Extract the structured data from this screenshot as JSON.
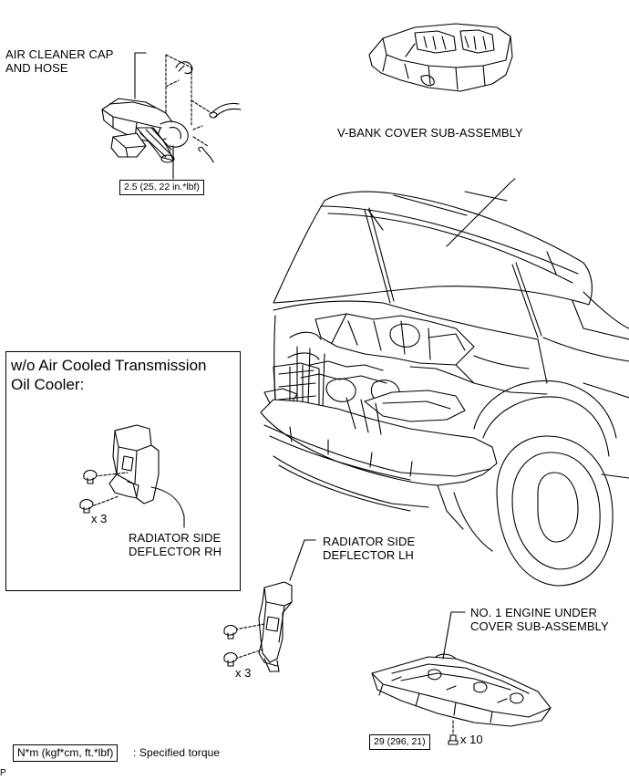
{
  "labels": {
    "air_cleaner_cap_line1": "AIR CLEANER CAP",
    "air_cleaner_cap_line2": "AND HOSE",
    "vbank_cover": "V-BANK COVER SUB-ASSEMBLY",
    "radiator_deflector_rh_line1": "RADIATOR SIDE",
    "radiator_deflector_rh_line2": "DEFLECTOR RH",
    "radiator_deflector_lh_line1": "RADIATOR SIDE",
    "radiator_deflector_lh_line2": "DEFLECTOR LH",
    "engine_under_cover_line1": "NO. 1 ENGINE UNDER",
    "engine_under_cover_line2": "COVER SUB-ASSEMBLY"
  },
  "inset": {
    "title_line1": "w/o Air Cooled Transmission",
    "title_line2": "Oil Cooler:",
    "clip_count": "x 3"
  },
  "lh_clip_count": "x 3",
  "torques": {
    "air_cleaner_clamp": "2.5 (25, 22 in.*lbf)",
    "under_cover_bolt": "29 (296, 21)"
  },
  "bolt_count": "x 10",
  "legend": {
    "unit_box": "N*m (kgf*cm, ft.*lbf)",
    "description": ": Specified torque"
  },
  "corner_mark": "P"
}
